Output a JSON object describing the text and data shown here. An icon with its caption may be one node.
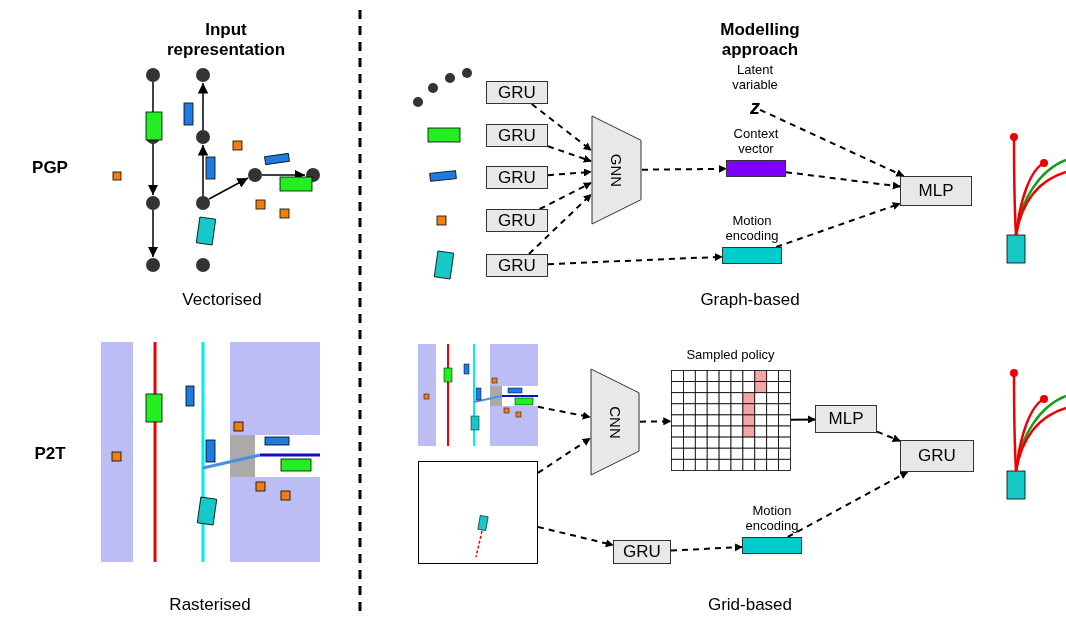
{
  "diagram": {
    "nodes": [
      {
        "text": [
          "GRU"
        ]
      },
      {
        "text": [
          "GRU"
        ]
      },
      {
        "text": [
          "GRU"
        ]
      },
      {
        "text": [
          "GRU"
        ]
      },
      {
        "text": [
          "GRU"
        ]
      },
      {
        "text": [
          "GNN"
        ]
      },
      {
        "text": [
          "Latent variable",
          "z"
        ]
      },
      {
        "text": [
          "Context vector"
        ]
      },
      {
        "text": [
          "Motion encoding"
        ]
      },
      {
        "text": [
          "MLP"
        ]
      },
      {
        "text": [],
        "shape": "picture"
      },
      {
        "text": [],
        "shape": "picture"
      },
      {
        "text": [
          "CNN"
        ]
      },
      {
        "text": [
          "Sampled policy"
        ]
      },
      {
        "text": [
          "MLP"
        ]
      },
      {
        "text": [
          "GRU"
        ]
      },
      {
        "text": [
          "GRU"
        ]
      },
      {
        "text": [
          "Motion encoding"
        ]
      }
    ],
    "edges": [
      {
        "from": 0,
        "to": 5,
        "arrow": "to",
        "style": "dashed"
      },
      {
        "from": 1,
        "to": 5,
        "arrow": "to",
        "style": "dashed"
      },
      {
        "from": 2,
        "to": 5,
        "arrow": "to",
        "style": "dashed"
      },
      {
        "from": 3,
        "to": 5,
        "arrow": "to",
        "style": "dashed"
      },
      {
        "from": 4,
        "to": 5,
        "arrow": "to",
        "style": "dashed"
      },
      {
        "from": 4,
        "to": 8,
        "arrow": "to",
        "style": "dashed"
      },
      {
        "from": 5,
        "to": 7,
        "arrow": "to",
        "style": "dashed"
      },
      {
        "from": 6,
        "to": 9,
        "arrow": "to",
        "style": "dashed"
      },
      {
        "from": 7,
        "to": 9,
        "arrow": "to",
        "style": "dashed"
      },
      {
        "from": 8,
        "to": 9,
        "arrow": "to",
        "style": "dashed"
      },
      {
        "from": 10,
        "to": 12,
        "arrow": "to",
        "style": "dashed"
      },
      {
        "from": 11,
        "to": 12,
        "arrow": "to",
        "style": "dashed"
      },
      {
        "from": 11,
        "to": 16,
        "arrow": "to",
        "style": "dashed"
      },
      {
        "from": 12,
        "to": 13,
        "arrow": "to",
        "style": "dashed"
      },
      {
        "from": 13,
        "to": 14,
        "arrow": "to"
      },
      {
        "from": 14,
        "to": 15,
        "arrow": "to",
        "style": "dashed"
      },
      {
        "from": 16,
        "to": 17,
        "arrow": "to",
        "style": "dashed"
      },
      {
        "from": 17,
        "to": 15,
        "arrow": "to",
        "style": "dashed"
      }
    ],
    "labels": [
      "Input representation",
      "Modelling approach",
      "PGP",
      "Vectorised",
      "Graph-based",
      "P2T",
      "Rasterised",
      "Grid-based"
    ]
  }
}
